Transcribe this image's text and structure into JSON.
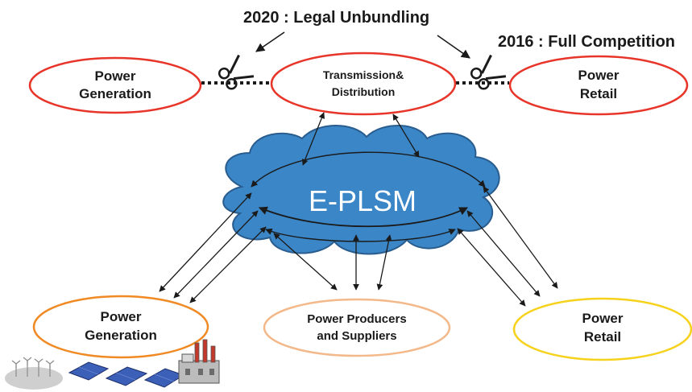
{
  "headings": {
    "unbundling": "2020 : Legal Unbundling",
    "competition": "2016 : Full Competition"
  },
  "top_row": {
    "generation": {
      "line1": "Power",
      "line2": "Generation"
    },
    "transmission": {
      "line1": "Transmission&",
      "line2": "Distribution"
    },
    "retail": {
      "line1": "Power",
      "line2": "Retail"
    }
  },
  "cloud": {
    "label": "E-PLSM"
  },
  "bottom_row": {
    "generation": {
      "line1": "Power",
      "line2": "Generation"
    },
    "producers": {
      "line1": "Power Producers",
      "line2": "and Suppliers"
    },
    "retail": {
      "line1": "Power",
      "line2": "Retail"
    }
  },
  "colors": {
    "top_ellipse_stroke": "#e8352a",
    "bottom_gen_stroke": "#f08a24",
    "bottom_producers_stroke": "#f4b98a",
    "bottom_retail_stroke": "#f6d21c",
    "cloud_fill": "#3b86c6",
    "cloud_stroke": "#2a5d8f",
    "arrow": "#1a1a1a"
  },
  "icons": [
    "scissors-icon",
    "wind-turbines-icon",
    "solar-panels-icon",
    "factory-icon"
  ]
}
